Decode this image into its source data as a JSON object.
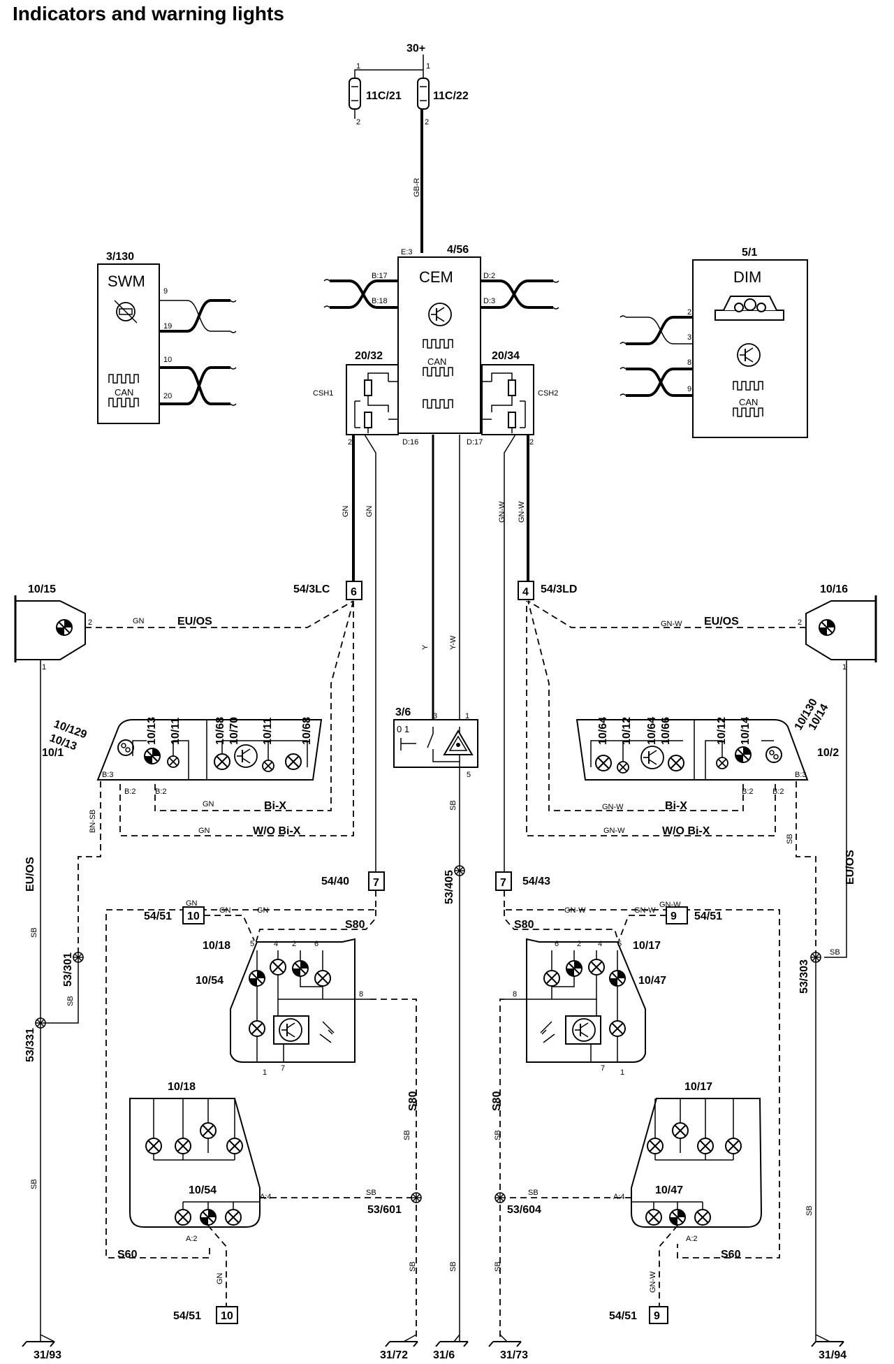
{
  "title": "Indicators and warning lights",
  "supply": {
    "label": "30+",
    "fuse_left": "11C/21",
    "fuse_right": "11C/22"
  },
  "components": {
    "swm": {
      "ref": "3/130",
      "name": "SWM",
      "can": "CAN",
      "pins": [
        "9",
        "19",
        "10",
        "20"
      ]
    },
    "cem": {
      "ref": "4/56",
      "name": "CEM",
      "can": "CAN",
      "pin_top": "E:3",
      "pins_left": [
        "B:17",
        "B:18"
      ],
      "pins_right": [
        "D:2",
        "D:3"
      ],
      "pins_bottom": [
        "D:16",
        "D:17"
      ]
    },
    "dim": {
      "ref": "5/1",
      "name": "DIM",
      "can": "CAN",
      "pins": [
        "2",
        "3",
        "8",
        "9"
      ]
    },
    "shunt_left": {
      "ref": "20/32",
      "name": "CSH1"
    },
    "shunt_right": {
      "ref": "20/34",
      "name": "CSH2"
    },
    "hazard_switch": {
      "ref": "3/6",
      "pins": [
        "3",
        "1",
        "5"
      ],
      "states": "0 1"
    }
  },
  "wire_colors": {
    "gb_r": "GB-R",
    "gn": "GN",
    "gn_w": "GN-W",
    "y": "Y",
    "y_w": "Y-W",
    "sb": "SB",
    "bn_sb": "BN-SB"
  },
  "connectors": {
    "c_54_3lc": {
      "ref": "54/3LC",
      "pin": "6"
    },
    "c_54_3ld": {
      "ref": "54/3LD",
      "pin": "4"
    },
    "c_54_40": {
      "ref": "54/40",
      "pin": "7"
    },
    "c_54_43": {
      "ref": "54/43",
      "pin": "7"
    },
    "c_54_51_l": {
      "ref": "54/51",
      "pin": "10"
    },
    "c_54_51_r": {
      "ref": "54/51",
      "pin": "9"
    },
    "c_54_51_bl": {
      "ref": "54/51",
      "pin": "10"
    },
    "c_54_51_br": {
      "ref": "54/51",
      "pin": "9"
    }
  },
  "left": {
    "side_rep": "10/15",
    "headlamp": {
      "refs_side": [
        "10/129",
        "10/13",
        "10/1"
      ],
      "refs_top": [
        "10/13",
        "10/11",
        "10/68",
        "10/70",
        "10/11",
        "10/68"
      ],
      "pins": [
        "B:3",
        "B:2",
        "B:2"
      ]
    },
    "variant_bix": "Bi-X",
    "variant_wo": "W/O Bi-X",
    "eu_os": "EU/OS",
    "mirror": {
      "ref1": "10/18",
      "ref2": "10/54",
      "pins_top": [
        "5",
        "4",
        "2",
        "6"
      ],
      "pin_right": "8",
      "pins_bottom": [
        "1",
        "7"
      ]
    },
    "rear": {
      "ref1": "10/18",
      "ref2": "10/54",
      "pin_a4": "A:4",
      "pin_a2": "A:2"
    },
    "s80": "S80",
    "s60": "S60",
    "splices": [
      "53/301",
      "53/331",
      "53/601"
    ],
    "grounds": [
      "31/93",
      "31/72"
    ]
  },
  "right": {
    "side_rep": "10/16",
    "headlamp": {
      "refs_side": [
        "10/130",
        "10/14",
        "10/2"
      ],
      "refs_top": [
        "10/64",
        "10/12",
        "10/64",
        "10/66",
        "10/12",
        "10/14"
      ],
      "pins": [
        "B:3",
        "B:2",
        "B:2"
      ]
    },
    "variant_bix": "Bi-X",
    "variant_wo": "W/O Bi-X",
    "eu_os": "EU/OS",
    "mirror": {
      "ref1": "10/17",
      "ref2": "10/47",
      "pins_top": [
        "6",
        "2",
        "4",
        "5"
      ],
      "pin_left": "8",
      "pins_bottom": [
        "7",
        "1"
      ]
    },
    "rear": {
      "ref1": "10/17",
      "ref2": "10/47",
      "pin_a4": "A:4",
      "pin_a2": "A:2"
    },
    "s80": "S80",
    "s60": "S60",
    "splices": [
      "53/303",
      "53/604"
    ],
    "grounds": [
      "31/73",
      "31/94"
    ]
  },
  "center": {
    "splice": "53/405",
    "ground": "31/6"
  }
}
